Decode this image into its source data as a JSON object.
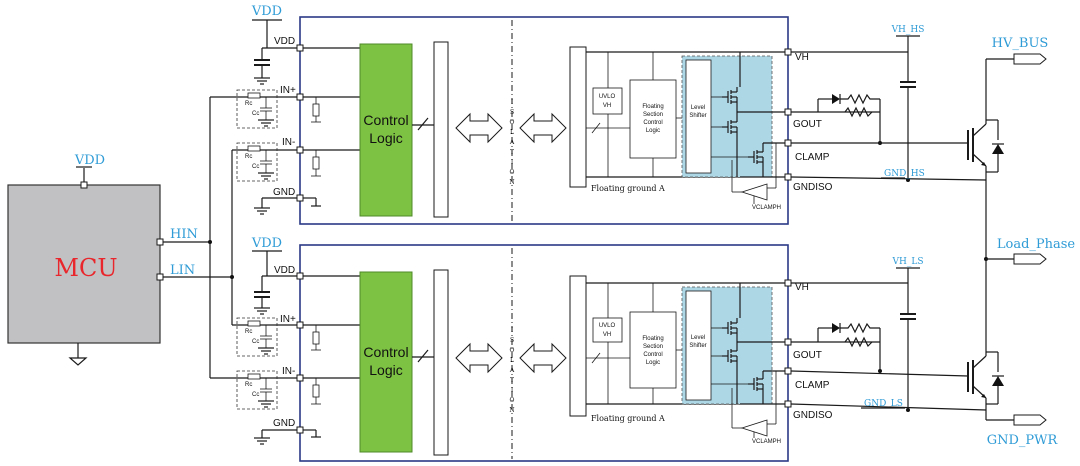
{
  "mcu": {
    "label": "MCU",
    "vdd": "VDD",
    "hin": "HIN",
    "lin": "LIN",
    "fill_color": "#c1c1c3",
    "label_color": "#e8262b"
  },
  "outputs": {
    "hv_bus": "HV_BUS",
    "load_phase": "Load_Phase",
    "gnd_pwr": "GND_PWR"
  },
  "accent": {
    "label_blue": "#2e9bd6",
    "logic_green": "#7dc242",
    "shifter_blue": "#aed7e6",
    "frame_navy": "#2a3a86"
  },
  "drivers": [
    {
      "vdd_net": "VDD",
      "input_pins": {
        "vdd": "VDD",
        "in_plus": "IN+",
        "in_minus": "IN-",
        "gnd": "GND"
      },
      "rc": {
        "r": "Rc",
        "c": "Cc"
      },
      "control_logic": [
        "Control",
        "Logic"
      ],
      "isolation": [
        "I",
        "S",
        "O",
        "L",
        "A",
        "T",
        "I",
        "O",
        "N"
      ],
      "uvlo": [
        "UVLO",
        "VH"
      ],
      "floating_section": [
        "Floating",
        "Section",
        "Control",
        "Logic"
      ],
      "level_shifter": [
        "Level",
        "Shifter"
      ],
      "floating_ground": "Floating ground A",
      "vclamp": "VCLAMPH",
      "output_pins": {
        "vh": "VH",
        "gout": "GOUT",
        "clamp": "CLAMP",
        "gndiso": "GNDISO"
      },
      "vh_net": "VH_HS",
      "gnd_net": "GND_HS"
    },
    {
      "vdd_net": "VDD",
      "input_pins": {
        "vdd": "VDD",
        "in_plus": "IN+",
        "in_minus": "IN-",
        "gnd": "GND"
      },
      "rc": {
        "r": "Rc",
        "c": "Cc"
      },
      "control_logic": [
        "Control",
        "Logic"
      ],
      "isolation": [
        "I",
        "S",
        "O",
        "L",
        "A",
        "T",
        "I",
        "O",
        "N"
      ],
      "uvlo": [
        "UVLO",
        "VH"
      ],
      "floating_section": [
        "Floating",
        "Section",
        "Control",
        "Logic"
      ],
      "level_shifter": [
        "Level",
        "Shifter"
      ],
      "floating_ground": "Floating ground A",
      "vclamp": "VCLAMPH",
      "output_pins": {
        "vh": "VH",
        "gout": "GOUT",
        "clamp": "CLAMP",
        "gndiso": "GNDISO"
      },
      "vh_net": "VH_LS",
      "gnd_net": "GND_LS"
    }
  ]
}
